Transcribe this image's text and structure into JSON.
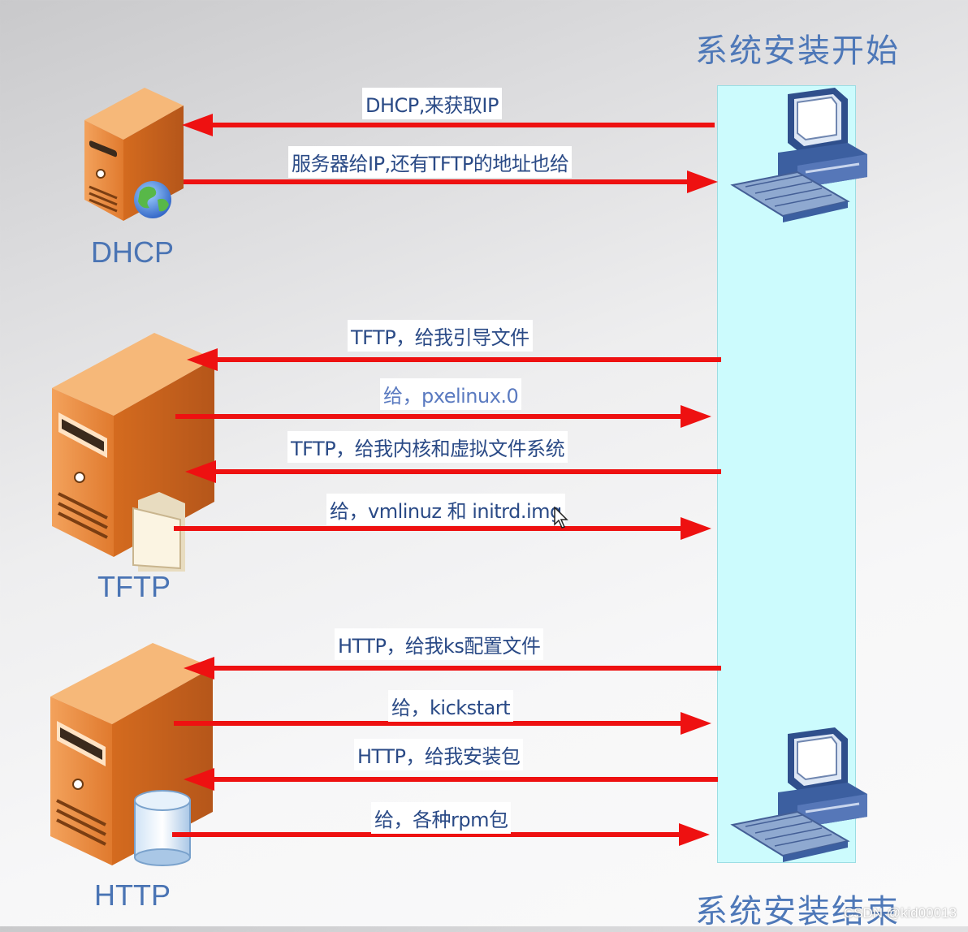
{
  "titles": {
    "start": "系统安装开始",
    "end": "系统安装结束"
  },
  "servers": [
    {
      "label": "DHCP",
      "icon": "globe-icon"
    },
    {
      "label": "TFTP",
      "icon": "folder-icon"
    },
    {
      "label": "HTTP",
      "icon": "database-icon"
    }
  ],
  "messages": [
    {
      "text": "DHCP,来获取IP",
      "direction": "to-server"
    },
    {
      "text": "服务器给IP,还有TFTP的地址也给",
      "direction": "to-client"
    },
    {
      "text": "TFTP，给我引导文件",
      "direction": "to-server"
    },
    {
      "text": "给，pxelinux.0",
      "direction": "to-client"
    },
    {
      "text": "TFTP，给我内核和虚拟文件系统",
      "direction": "to-server"
    },
    {
      "text": "给，vmlinuz 和 initrd.img",
      "direction": "to-client"
    },
    {
      "text": "HTTP，给我ks配置文件",
      "direction": "to-server"
    },
    {
      "text": "给，kickstart",
      "direction": "to-client"
    },
    {
      "text": "HTTP，给我安装包",
      "direction": "to-server"
    },
    {
      "text": "给，各种rpm包",
      "direction": "to-client"
    }
  ],
  "watermark": "CSDN @kid00013",
  "colors": {
    "arrow": "#ee1111",
    "lane": "#ccfbfd",
    "title": "#4e78b8",
    "server": "#e07a2e"
  }
}
